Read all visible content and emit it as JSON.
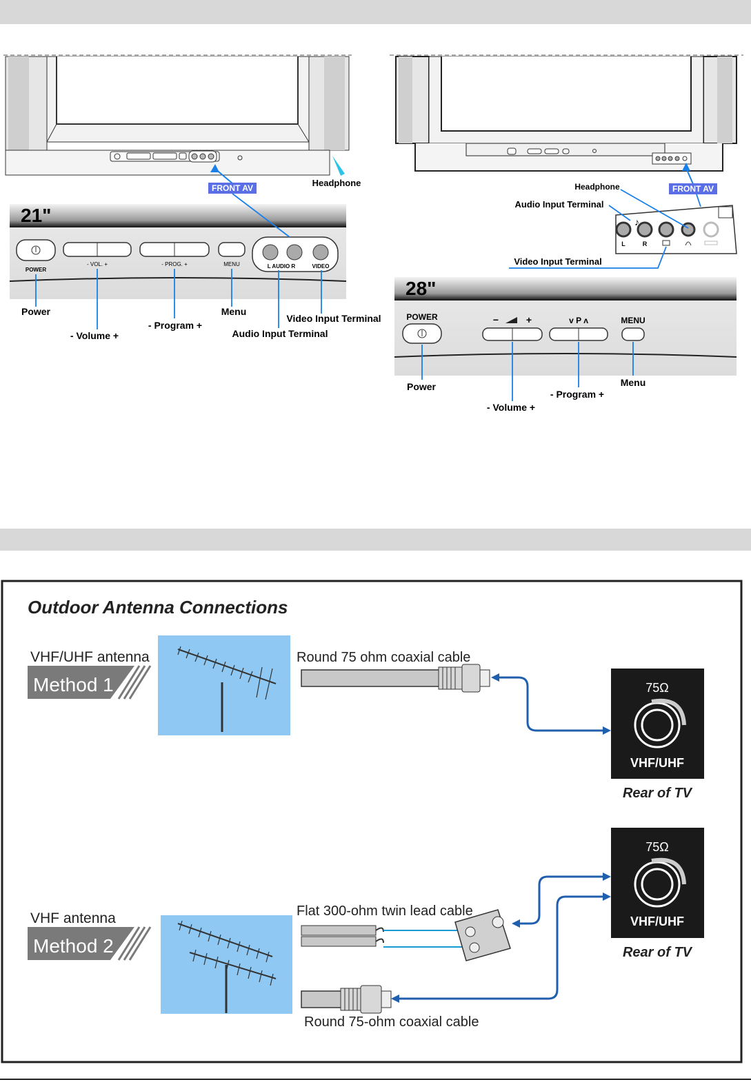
{
  "top_diagram": {
    "tv21": {
      "size_label": "21\"",
      "callouts": {
        "front_av": "FRONT AV",
        "headphone": "Headphone",
        "power": "Power",
        "volume": "- Volume +",
        "program": "- Program +",
        "menu": "Menu",
        "video_input": "Video Input Terminal",
        "audio_input": "Audio Input Terminal"
      },
      "panel_labels": {
        "power": "POWER",
        "vol": "- VOL. +",
        "prog": "- PROG. +",
        "menu": "MENU",
        "audio": "L  AUDIO  R",
        "video": "VIDEO"
      }
    },
    "tv28": {
      "size_label": "28\"",
      "callouts": {
        "headphone": "Headphone",
        "front_av": "FRONT AV",
        "audio_input": "Audio Input Terminal",
        "video_input": "Video Input Terminal",
        "power": "Power",
        "volume": "- Volume +",
        "program": "- Program +",
        "menu": "Menu"
      },
      "panel_labels": {
        "power": "POWER",
        "vol_minus": "−",
        "vol_plus": "+",
        "prog": "v    P    ʌ",
        "menu": "MENU"
      },
      "jack_labels": {
        "l": "L",
        "r": "R"
      }
    }
  },
  "antenna_diagram": {
    "title": "Outdoor Antenna Connections",
    "method1": {
      "antenna_label": "VHF/UHF antenna",
      "method_label": "Method 1",
      "cable_label": "Round 75 ohm coaxial cable",
      "rear": {
        "ohm": "75Ω",
        "band": "VHF/UHF",
        "caption": "Rear of TV"
      }
    },
    "method2": {
      "antenna_label": "VHF antenna",
      "method_label": "Method 2",
      "twin_lead_label": "Flat 300-ohm twin lead cable",
      "coax_label": "Round 75-ohm coaxial cable",
      "rear": {
        "ohm": "75Ω",
        "band": "VHF/UHF",
        "caption": "Rear of TV"
      }
    }
  },
  "colors": {
    "band_gray": "#d8d8d8",
    "callout_blue": "#1a7fe8",
    "front_av_bg": "#5a6ee6",
    "antenna_bg": "#8fc8f2",
    "method_badge": "#7a7a7a",
    "rear_panel": "#1a1a1a",
    "arrow_blue": "#1f5fae"
  }
}
